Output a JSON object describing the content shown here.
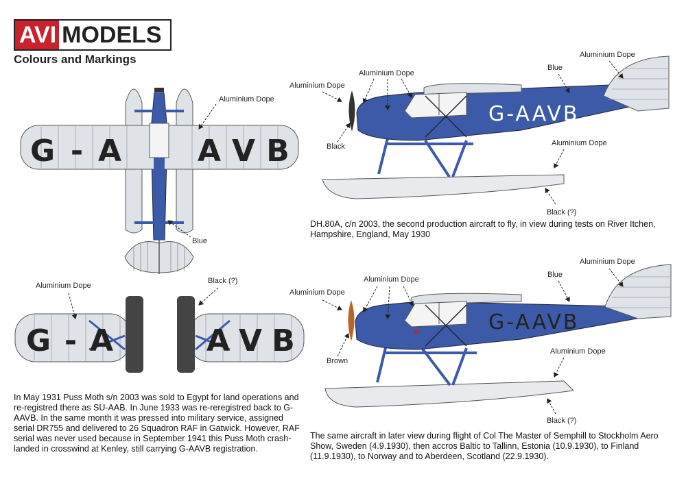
{
  "header": {
    "logo_avi": "AVI",
    "logo_models": "MODELS",
    "subtitle": "Colours and Markings"
  },
  "colors": {
    "blue": "#3d5aa8",
    "aluminium": "#dfe3e8",
    "black": "#333333",
    "brown": "#b5652b",
    "logo_red": "#c8232c"
  },
  "registration": "G-AAVB",
  "registration_letters": [
    "G",
    "-",
    "A",
    "A",
    "V",
    "B"
  ],
  "labels": {
    "top_view": {
      "dope": "Aluminium Dope",
      "blue": "Blue"
    },
    "bottom_wing": {
      "dope": "Aluminium Dope",
      "black": "Black (?)"
    },
    "side1": {
      "tail_dope": "Aluminium Dope",
      "blue": "Blue",
      "cabin_dope": "Aluminium Dope",
      "nose_dope": "Aluminium Dope",
      "prop": "Black",
      "float_dope": "Aluminium Dope",
      "float_bottom": "Black (?)"
    },
    "side2": {
      "tail_dope": "Aluminium Dope",
      "blue": "Blue",
      "cabin_dope": "Aluminium Dope",
      "nose_dope": "Aluminium Dope",
      "prop": "Brown",
      "float_dope": "Aluminium Dope",
      "float_bottom": "Black (?)"
    }
  },
  "captions": {
    "side1": "DH.80A, c/n 2003, the second production aircraft to fly, in view during tests on River Itchen, Hampshire, England, May 1930",
    "side2": "The same aircraft in later view during flight of Col The Master of Semphill to Stockholm Aero Show, Sweden (4.9.1930), then accros Baltic to Tallinn, Estonia (10.9.1930), to Finland (11.9.1930), to Norway and to Aberdeen, Scotland (22.9.1930).",
    "history": "In May 1931 Puss Moth s/n 2003 was sold to Egypt for land operations and re-registred there as SU-AAB. In June 1933 was re-reregistred back to G-AAVB. In the same month it was pressed into military service, assigned serial DR755 and delivered to 26 Squadron RAF in Gatwick. However, RAF serial was never used because in September 1941 this Puss Moth crash-landed in crosswind at Kenley, still carrying G-AAVB registration."
  }
}
